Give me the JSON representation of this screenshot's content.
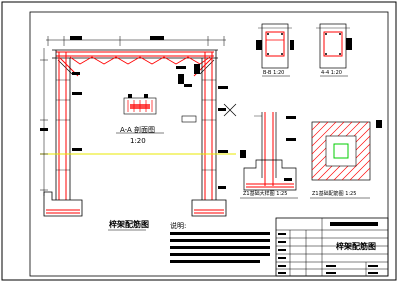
{
  "drawing": {
    "main_title": "梓架配筋图",
    "notes_label": "说明:",
    "section_aa": {
      "title": "A-A 剖面图",
      "scale": "1:20"
    },
    "section_bb": {
      "title": "B-B 1:20"
    },
    "section_44": {
      "title": "4-4 1:20"
    },
    "base_detail": {
      "title": "Z1基础大样图 1:25"
    },
    "base_plan": {
      "title": "Z1基础配筋图 1:25"
    },
    "title_block": {
      "name": "梓架配筋图"
    },
    "colors": {
      "frame": "#000000",
      "rebar": "#ff0000",
      "ground": "#e8e800",
      "hatch": "#ff0000",
      "pad": "#00cc00",
      "text": "#000000"
    }
  }
}
